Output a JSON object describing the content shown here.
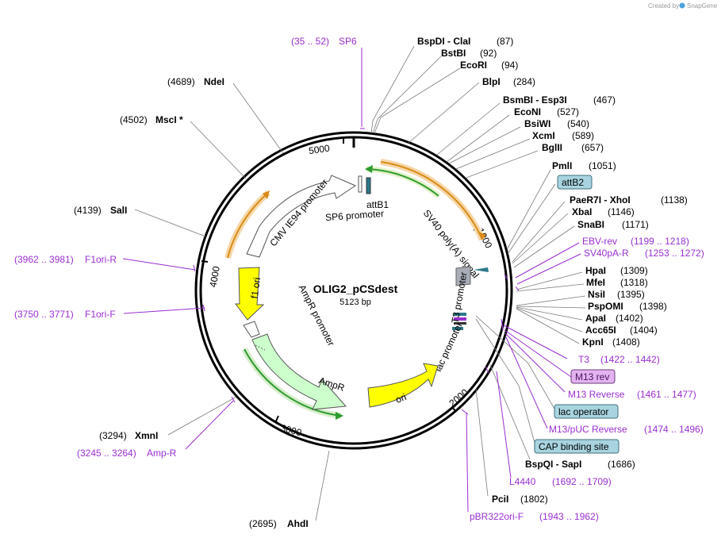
{
  "watermark": {
    "prefix": "Created by",
    "brand": "SnapGene"
  },
  "plasmid": {
    "name": "OLIG2_pCSdest",
    "length": "5123 bp"
  },
  "ticks": [
    "5000",
    "1000",
    "4000",
    "2000",
    "3000"
  ],
  "features": {
    "cmv": "CMV IE94 promoter",
    "attb1": "attB1",
    "sp6": "SP6 promoter",
    "sv40": "SV40 poly(A) signal",
    "f1": "f1 ori",
    "ampr_prom": "AmpR promoter",
    "ampr": "AmpR",
    "t3": "T3 promoter",
    "lac": "lac promoter",
    "ori": "ori"
  },
  "sites": [
    {
      "name": "BspDI  - ClaI",
      "pos": "(87)"
    },
    {
      "name": "BstBI",
      "pos": "(92)"
    },
    {
      "name": "EcoRI",
      "pos": "(94)"
    },
    {
      "name": "BlpI",
      "pos": "(284)"
    },
    {
      "name": "BsmBI  - Esp3I",
      "pos": "(467)"
    },
    {
      "name": "EcoNI",
      "pos": "(527)"
    },
    {
      "name": "BsiWI",
      "pos": "(540)"
    },
    {
      "name": "XcmI",
      "pos": "(589)"
    },
    {
      "name": "BglII",
      "pos": "(657)"
    },
    {
      "name": "PmlI",
      "pos": "(1051)"
    },
    {
      "name": "PaeR7I  - XhoI",
      "pos": "(1138)"
    },
    {
      "name": "XbaI",
      "pos": "(1146)"
    },
    {
      "name": "SnaBI",
      "pos": "(1171)"
    },
    {
      "name": "HpaI",
      "pos": "(1309)"
    },
    {
      "name": "MfeI",
      "pos": "(1318)"
    },
    {
      "name": "NsiI",
      "pos": "(1395)"
    },
    {
      "name": "PspOMI",
      "pos": "(1398)"
    },
    {
      "name": "ApaI",
      "pos": "(1402)"
    },
    {
      "name": "Acc65I",
      "pos": "(1404)"
    },
    {
      "name": "KpnI",
      "pos": "(1408)"
    },
    {
      "name": "BspQI  - SapI",
      "pos": "(1686)"
    },
    {
      "name": "PciI",
      "pos": "(1802)"
    },
    {
      "name": "AhdI",
      "pos": "(2695)"
    },
    {
      "name": "XmnI",
      "pos": "(3294)"
    },
    {
      "name": "SalI",
      "pos": "(4139)"
    },
    {
      "name": "MscI *",
      "pos": "(4502)"
    },
    {
      "name": "NdeI",
      "pos": "(4689)"
    }
  ],
  "primers": [
    {
      "name": "SP6",
      "range": "(35 .. 52)"
    },
    {
      "name": "EBV-rev",
      "range": "(1199 .. 1218)"
    },
    {
      "name": "SV40pA-R",
      "range": "(1253 .. 1272)"
    },
    {
      "name": "T3",
      "range": "(1422 .. 1442)"
    },
    {
      "name": "M13 rev",
      "range": ""
    },
    {
      "name": "M13 Reverse",
      "range": "(1461 .. 1477)"
    },
    {
      "name": "M13/pUC Reverse",
      "range": "(1474 .. 1496)"
    },
    {
      "name": "L4440",
      "range": "(1692 .. 1709)"
    },
    {
      "name": "pBR322ori-F",
      "range": "(1943 .. 1962)"
    },
    {
      "name": "Amp-R",
      "range": "(3245 .. 3264)"
    },
    {
      "name": "F1ori-F",
      "range": "(3750 .. 3771)"
    },
    {
      "name": "F1ori-R",
      "range": "(3962 .. 3981)"
    }
  ],
  "boxed": {
    "attb2": "attB2",
    "lac_operator": "lac operator",
    "cap": "CAP binding site"
  },
  "colors": {
    "backbone": "#000000",
    "primer": "#9a2fd0",
    "promoter": "#ffffff",
    "amp": "#ccffcc",
    "origin": "#ffff00",
    "halo_orange": "#f0c080",
    "arrow_green": "#2e9b2e",
    "arrow_orange": "#d98b16",
    "box_blue": "#a8d4e0"
  }
}
